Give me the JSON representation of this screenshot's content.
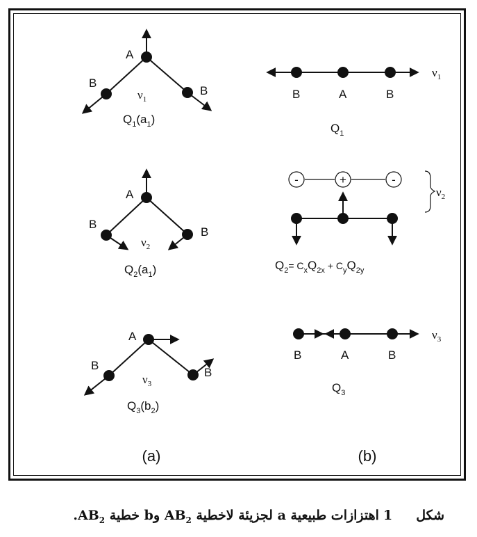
{
  "atoms": {
    "A": "A",
    "B": "B"
  },
  "bent": [
    {
      "mode_prefix": "ν",
      "mode_sub": "1",
      "coord": "Q",
      "coord_sub": "1",
      "sym": "(a",
      "sym_sub": "1",
      "sym_end": ")"
    },
    {
      "mode_prefix": "ν",
      "mode_sub": "2",
      "coord": "Q",
      "coord_sub": "2",
      "sym": "(a",
      "sym_sub": "1",
      "sym_end": ")"
    },
    {
      "mode_prefix": "ν",
      "mode_sub": "3",
      "coord": "Q",
      "coord_sub": "3",
      "sym": "(b",
      "sym_sub": "2",
      "sym_end": ")"
    }
  ],
  "linear": [
    {
      "mode_prefix": "ν",
      "mode_sub": "1",
      "coord": "Q",
      "coord_sub": "1"
    },
    {
      "mode_prefix": "ν",
      "mode_sub": "2",
      "formula": {
        "q": "Q",
        "q_sub": "2",
        "eq": "= C",
        "cx_sub": "x",
        "q2": "Q",
        "q2x_sub": "2x",
        "plus": " + C",
        "cy_sub": "y",
        "q3": "Q",
        "q2y_sub": "2y"
      },
      "charges": [
        "-",
        "+",
        "-"
      ]
    },
    {
      "mode_prefix": "ν",
      "mode_sub": "3",
      "coord": "Q",
      "coord_sub": "3"
    }
  ],
  "panels": {
    "a": "(a)",
    "b": "(b)"
  },
  "caption": {
    "word": "شكل",
    "number": "1",
    "text_1": "اهتزازات طبيعية a لجزيئة لاخطية AB",
    "sub_1": "2",
    "text_2": " وb خطية AB",
    "sub_2": "2",
    "end": "."
  }
}
